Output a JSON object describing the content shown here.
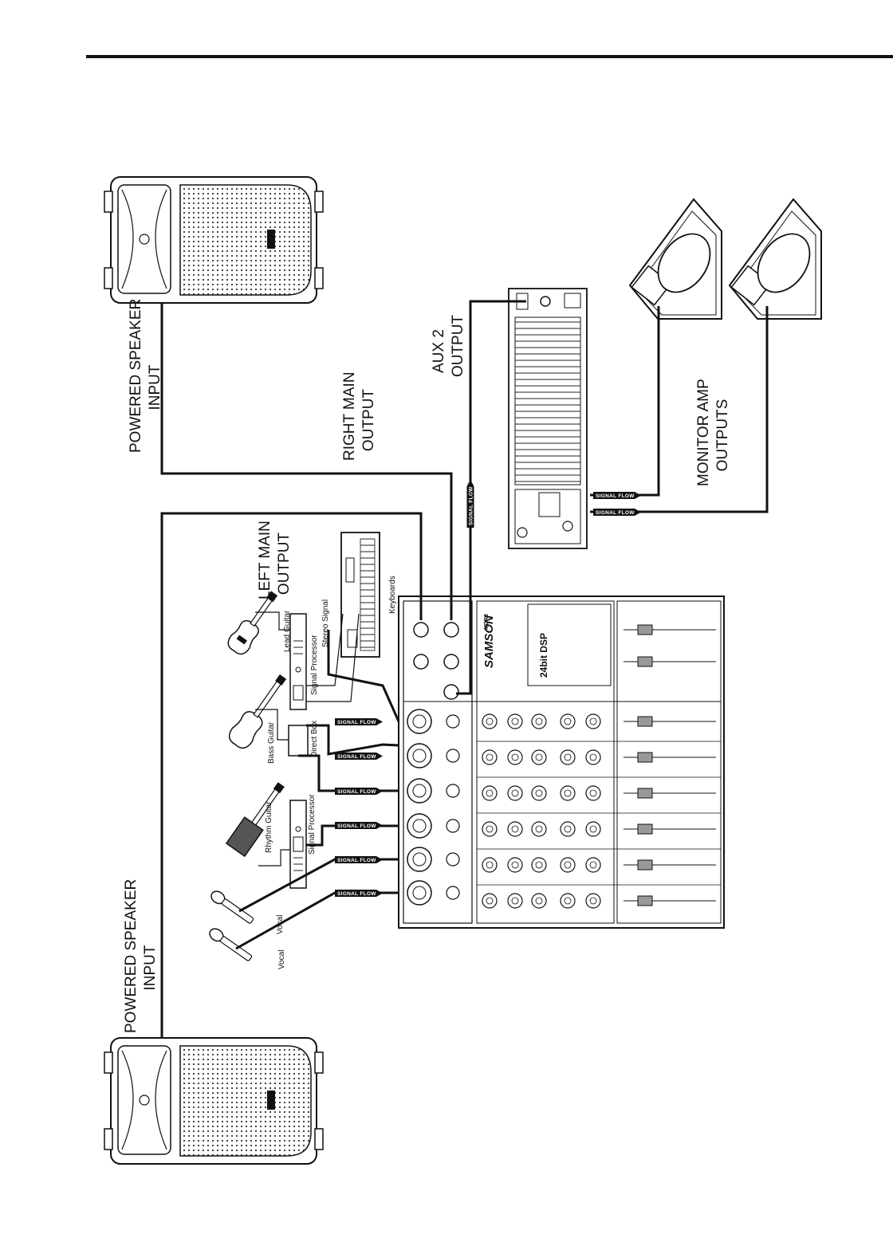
{
  "labels": {
    "powered_speaker_input_top_line1": "POWERED SPEAKER",
    "powered_speaker_input_top_line2": "INPUT",
    "right_main_output_line1": "RIGHT MAIN",
    "right_main_output_line2": "OUTPUT",
    "aux2_output_line1": "AUX 2",
    "aux2_output_line2": "OUTPUT",
    "monitor_amp_outputs_line1": "MONITOR AMP",
    "monitor_amp_outputs_line2": "OUTPUTS",
    "left_main_output_line1": "LEFT MAIN",
    "left_main_output_line2": "OUTPUT",
    "powered_speaker_input_bottom_line1": "POWERED SPEAKER",
    "powered_speaker_input_bottom_line2": "INPUT"
  },
  "instruments": {
    "lead_guitar": "Lead Guitar",
    "signal_processor_1": "Signal Processor",
    "stereo_signal": "Stereo Signal",
    "keyboards": "Keyboards",
    "bass_guitar": "Bass Guitar",
    "direct_box": "Direct Box",
    "rhythm_guitar": "Rhythm Guitar",
    "signal_processor_2": "Signal Processor",
    "vocal_1": "Vocal",
    "vocal_2": "Vocal"
  },
  "signal_flow": "SIGNAL FLOW",
  "mixer": {
    "brand": "SAMSON",
    "model": "MDR8",
    "dsp": "24bit DSP"
  }
}
